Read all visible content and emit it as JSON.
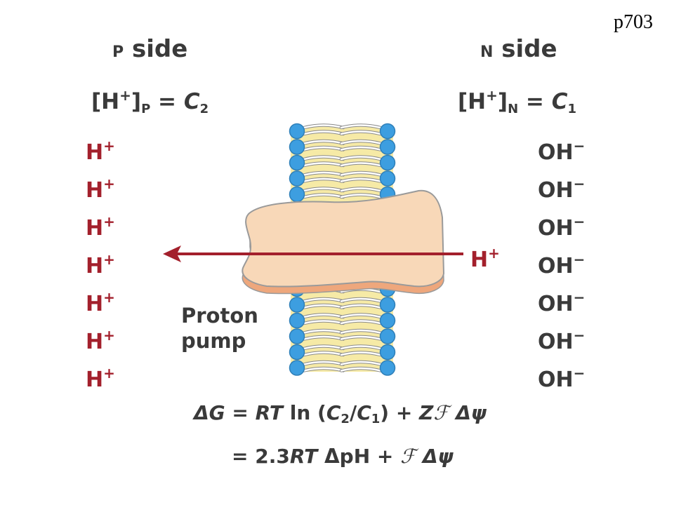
{
  "page_ref": "p703",
  "p_side": {
    "letter": "P",
    "word": "side",
    "conc_label": "[H",
    "conc_plus": "+",
    "conc_bracket": "]",
    "conc_sub": "P",
    "conc_eq": " = ",
    "conc_var": "C",
    "conc_var_sub": "2"
  },
  "n_side": {
    "letter": "N",
    "word": "side",
    "conc_label": "[H",
    "conc_plus": "+",
    "conc_bracket": "]",
    "conc_sub": "N",
    "conc_eq": " = ",
    "conc_var": "C",
    "conc_var_sub": "1"
  },
  "h_ions": [
    "H",
    "H",
    "H",
    "H",
    "H",
    "H",
    "H"
  ],
  "h_charge": "+",
  "oh_ions": [
    "OH",
    "OH",
    "OH",
    "OH",
    "OH",
    "OH",
    "OH"
  ],
  "oh_charge": "−",
  "transported_ion": {
    "symbol": "H",
    "charge": "+"
  },
  "pump_label_line1": "Proton",
  "pump_label_line2": "pump",
  "equation1": {
    "dg": "ΔG",
    "eq": " = ",
    "rt": "RT",
    "ln": " ln (",
    "c2": "C",
    "c2sub": "2",
    "slash": "/",
    "c1": "C",
    "c1sub": "1",
    "close": ")",
    "plus": " + ",
    "z": "Z",
    "faraday": "ℱ",
    "dpsi": " Δψ"
  },
  "equation2": {
    "eq": "= ",
    "coef": "2.3",
    "rt": "RT",
    "dph": " ΔpH",
    "plus": " + ",
    "faraday": "ℱ",
    "dpsi": " Δψ"
  },
  "colors": {
    "proton_red": "#a3202c",
    "text_gray": "#3a3a3a",
    "membrane_yellow": "#f6eaa6",
    "head_blue": "#3d9ee0",
    "pump_tan": "#f8d8b8",
    "pump_shadow": "#eea77c"
  }
}
